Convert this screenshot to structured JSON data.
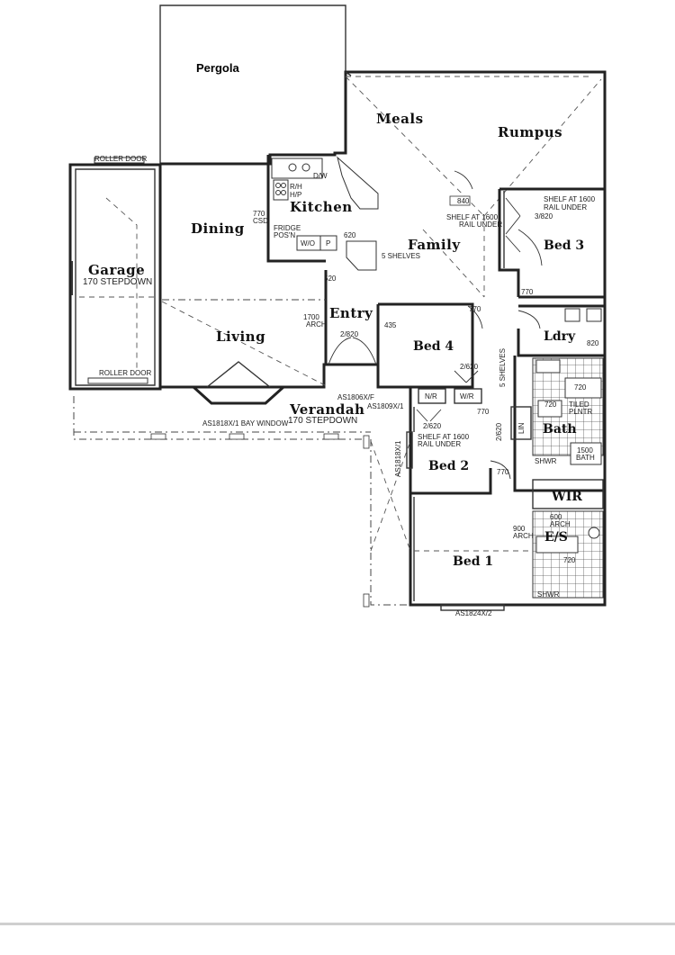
{
  "plan": {
    "rooms": {
      "pergola": "Pergola",
      "meals": "Meals",
      "rumpus": "Rumpus",
      "kitchen": "Kitchen",
      "dining": "Dining",
      "family": "Family",
      "bed3": "Bed 3",
      "garage": "Garage",
      "entry": "Entry",
      "ldry": "Ldry",
      "living": "Living",
      "bed4": "Bed 4",
      "verandah": "Verandah",
      "bath": "Bath",
      "bed2": "Bed 2",
      "wir": "WIR",
      "es": "E/S",
      "bed1": "Bed 1"
    },
    "notes": {
      "roller_door_top": "ROLLER DOOR",
      "roller_door_bottom": "ROLLER DOOR",
      "garage_step": "170 STEPDOWN",
      "verandah_step": "170 STEPDOWN",
      "dw": "D/W",
      "rh": "R/H",
      "hp": "H/P",
      "csd_770": "770",
      "csd": "CSD",
      "fridge": "FRIDGE",
      "posn": "POS'N",
      "wo": "W/O",
      "p": "P",
      "d620": "620",
      "shelves5_family": "5 SHELVES",
      "d840": "840",
      "shelf1600_family": "SHELF AT 1600",
      "rail_under_family": "RAIL UNDER",
      "shelf1600_bed3": "SHELF AT 1600",
      "rail_under_bed3": "RAIL UNDER",
      "bed3_door": "3/820",
      "d520": "520",
      "arch_1700": "1700",
      "arch": "ARCH",
      "d435": "435",
      "d770_entry": "770",
      "d770_bed3": "770",
      "d820_ldry": "820",
      "entry_doors": "2/820",
      "bed4_doors": "2/620",
      "shelves5_hall": "5 SHELVES",
      "nr": "N/R",
      "wr": "W/R",
      "as1806": "AS1806X/F",
      "as1809": "AS1809X/1",
      "bay_window": "AS1818X/1 BAY WINDOW",
      "bed2_robe": "2/620",
      "shelf1600_bed2": "SHELF AT 1600",
      "rail_under_bed2": "RAIL UNDER",
      "d770_bed2": "770",
      "bed2_hall": "2/620",
      "lin": "LIN",
      "d720_a": "720",
      "d720_b": "720",
      "tiled": "TILED",
      "plntr": "PLNTR",
      "bath1500": "1500",
      "bath_word": "BATH",
      "shwr_bath": "SHWR",
      "d770_bath": "770",
      "as1818_side": "AS1818X/1",
      "arch_900": "900",
      "arch_word": "ARCH",
      "d600": "600",
      "arch_es": "ARCH",
      "d720_es": "720",
      "shwr_es": "SHWR",
      "as1824": "AS1824X/2"
    }
  }
}
